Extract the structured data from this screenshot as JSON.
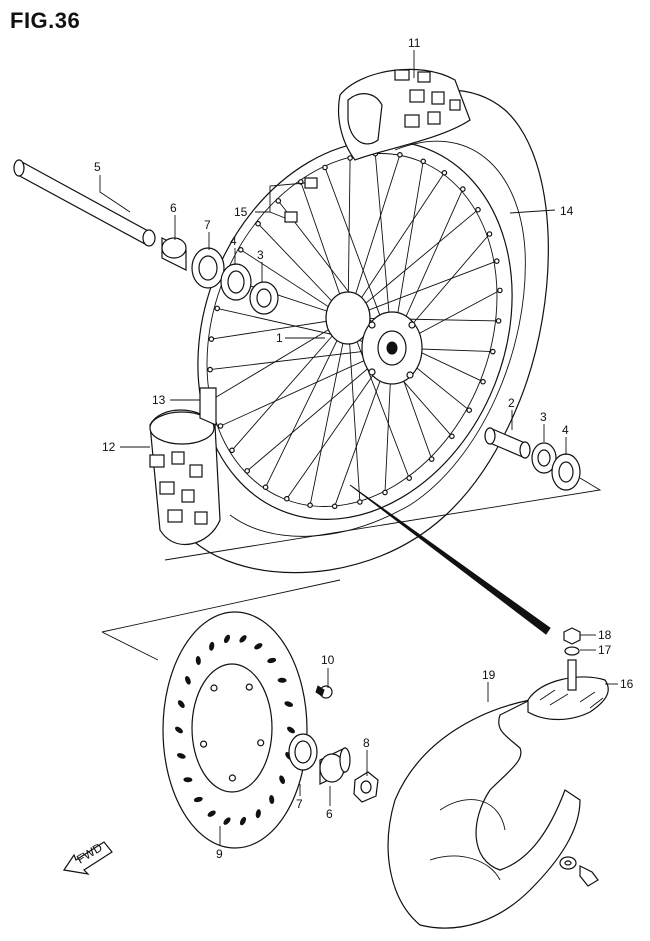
{
  "figure": {
    "title": "FIG.36"
  },
  "callouts": [
    "11",
    "5",
    "6",
    "7",
    "4",
    "3",
    "15",
    "14",
    "1",
    "13",
    "12",
    "2",
    "3",
    "4",
    "18",
    "17",
    "10",
    "16",
    "19",
    "8",
    "7",
    "6",
    "9"
  ],
  "fwd_label": "FWD",
  "colors": {
    "ink": "#111111",
    "paper": "#ffffff"
  },
  "icons": [
    "fwd-arrow-icon"
  ]
}
